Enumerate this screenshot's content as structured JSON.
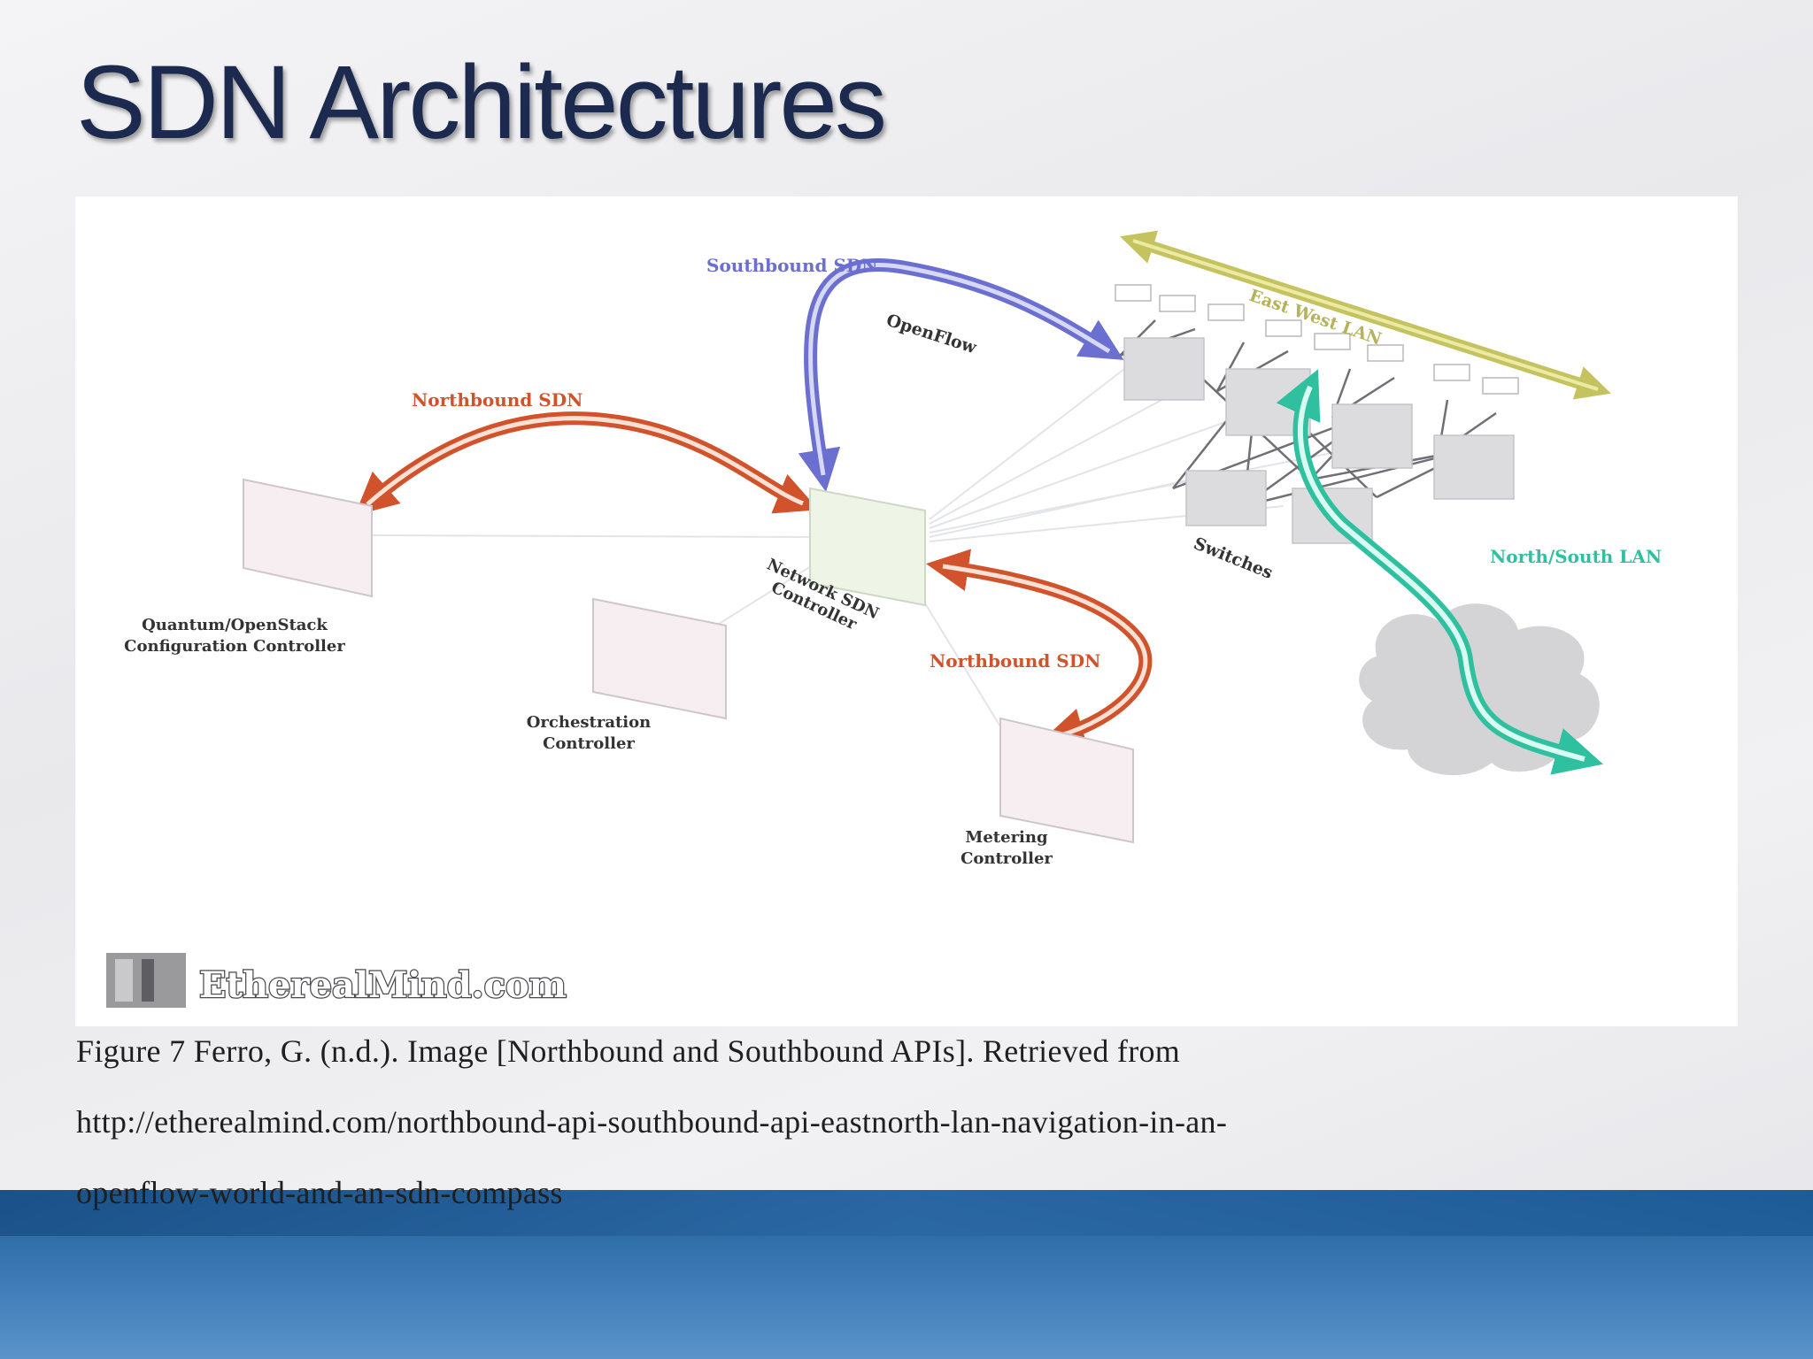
{
  "slide": {
    "title": "SDN Architectures"
  },
  "diagram": {
    "labels": {
      "southbound": "Southbound SDN",
      "openflow": "OpenFlow",
      "east_west": "East West LAN",
      "northbound_top": "Northbound SDN",
      "northbound_bottom": "Northbound SDN",
      "north_south": "North/South LAN",
      "switches": "Switches",
      "network_controller_line1": "Network SDN",
      "network_controller_line2": "Controller",
      "quantum_line1": "Quantum/OpenStack",
      "quantum_line2": "Configuration Controller",
      "orchestration_line1": "Orchestration",
      "orchestration_line2": "Controller",
      "metering_line1": "Metering",
      "metering_line2": "Controller"
    },
    "watermark": "EtherealMind.com",
    "colors": {
      "southbound_arrow": "#6a6fd0",
      "northbound_arrow": "#d0532b",
      "east_west_arrow": "#c9c86a",
      "north_south_arrow": "#2fc0a0"
    }
  },
  "caption": {
    "line1": "Figure 7 Ferro, G. (n.d.). Image [Northbound and Southbound APIs]. Retrieved from",
    "line2": "http://etherealmind.com/northbound-api-southbound-api-eastnorth-lan-navigation-in-an-",
    "line3": "openflow-world-and-an-sdn-compass"
  }
}
